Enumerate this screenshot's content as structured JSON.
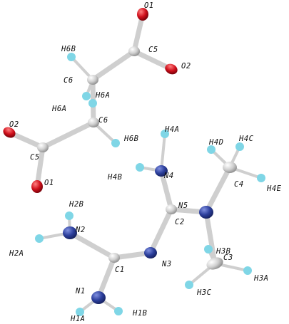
{
  "colors": {
    "carbon": "#cfcfcf",
    "nitrogen": "#2c3f9c",
    "oxygen": "#d0101c",
    "hydrogen": "#7fd6e6",
    "bond": "#cfcfcf"
  },
  "labels": [
    {
      "text": "O1"
    },
    {
      "text": "C5"
    },
    {
      "text": "O2"
    },
    {
      "text": "H6B"
    },
    {
      "text": "C6"
    },
    {
      "text": "H6A"
    },
    {
      "text": "H6A"
    },
    {
      "text": "C6"
    },
    {
      "text": "O2"
    },
    {
      "text": "H6B"
    },
    {
      "text": "C5"
    },
    {
      "text": "O1"
    },
    {
      "text": "H4A"
    },
    {
      "text": "H4D"
    },
    {
      "text": "H4C"
    },
    {
      "text": "N4"
    },
    {
      "text": "H4B"
    },
    {
      "text": "C4"
    },
    {
      "text": "H4E"
    },
    {
      "text": "N5"
    },
    {
      "text": "C2"
    },
    {
      "text": "H2B"
    },
    {
      "text": "N2"
    },
    {
      "text": "H2A"
    },
    {
      "text": "H3B"
    },
    {
      "text": "C3"
    },
    {
      "text": "N3"
    },
    {
      "text": "C1"
    },
    {
      "text": "H3A"
    },
    {
      "text": "H3C"
    },
    {
      "text": "N1"
    },
    {
      "text": "H1A"
    },
    {
      "text": "H1B"
    }
  ]
}
